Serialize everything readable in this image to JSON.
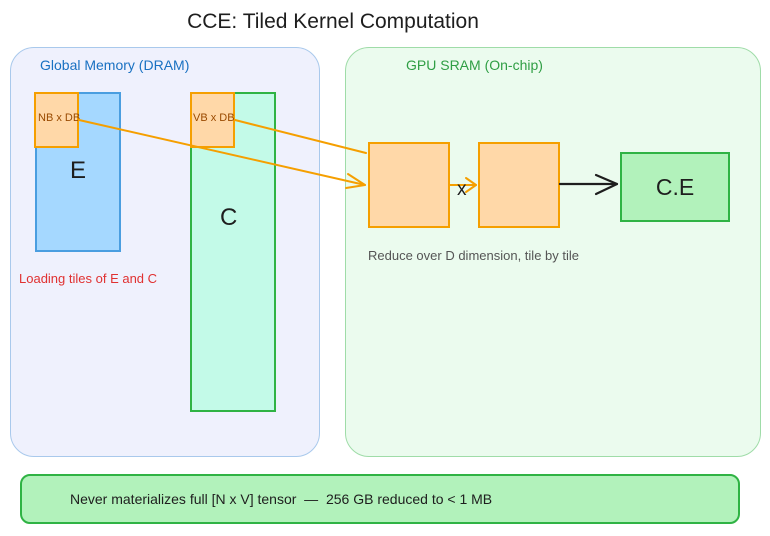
{
  "title": "CCE: Tiled Kernel Computation",
  "global_memory": {
    "label": "Global Memory (DRAM)",
    "matrix_e": "E",
    "matrix_c": "C",
    "tile_e": "NB x DB",
    "tile_c": "VB x DB",
    "note": "Loading tiles of E and C"
  },
  "gpu_sram": {
    "label": "GPU SRAM (On-chip)",
    "operator": "x",
    "result": "C.E",
    "note": "Reduce over D dimension, tile by tile"
  },
  "banner": "Never materializes full [N x V] tensor  —  256 GB reduced to < 1 MB",
  "colors": {
    "global_panel": "#eff1fd",
    "gpu_panel": "#ebfbee",
    "matrix_e": "#a5d8ff",
    "matrix_c": "#c3fae8",
    "tile": "#ffd8a8",
    "tile_arrow": "#f59f00",
    "result": "#b2f2bb",
    "note_red": "#e03131"
  }
}
